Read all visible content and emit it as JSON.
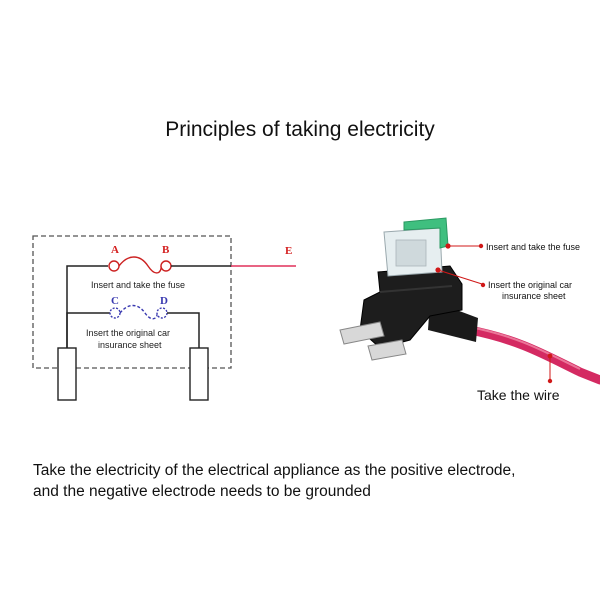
{
  "title": "Principles of taking electricity",
  "schematic": {
    "label_a": "A",
    "label_b": "B",
    "label_c": "C",
    "label_d": "D",
    "label_e": "E",
    "fuse_label": "Insert and take the fuse",
    "sheet_label_1": "Insert the original car",
    "sheet_label_2": "insurance sheet"
  },
  "photo": {
    "callout_fuse": "Insert and take the fuse",
    "callout_sheet_1": "Insert the original car",
    "callout_sheet_2": "insurance sheet",
    "callout_wire": "Take the wire"
  },
  "caption": {
    "line1": "Take the electricity of the electrical appliance as the positive electrode,",
    "line2": "and the negative electrode needs to be grounded"
  },
  "colors": {
    "wire_red": "#e0305a",
    "blue_label": "#3a3ab0",
    "red_label": "#d42020",
    "fuse_green": "#3fbf7f",
    "callout_red": "#d01818"
  }
}
